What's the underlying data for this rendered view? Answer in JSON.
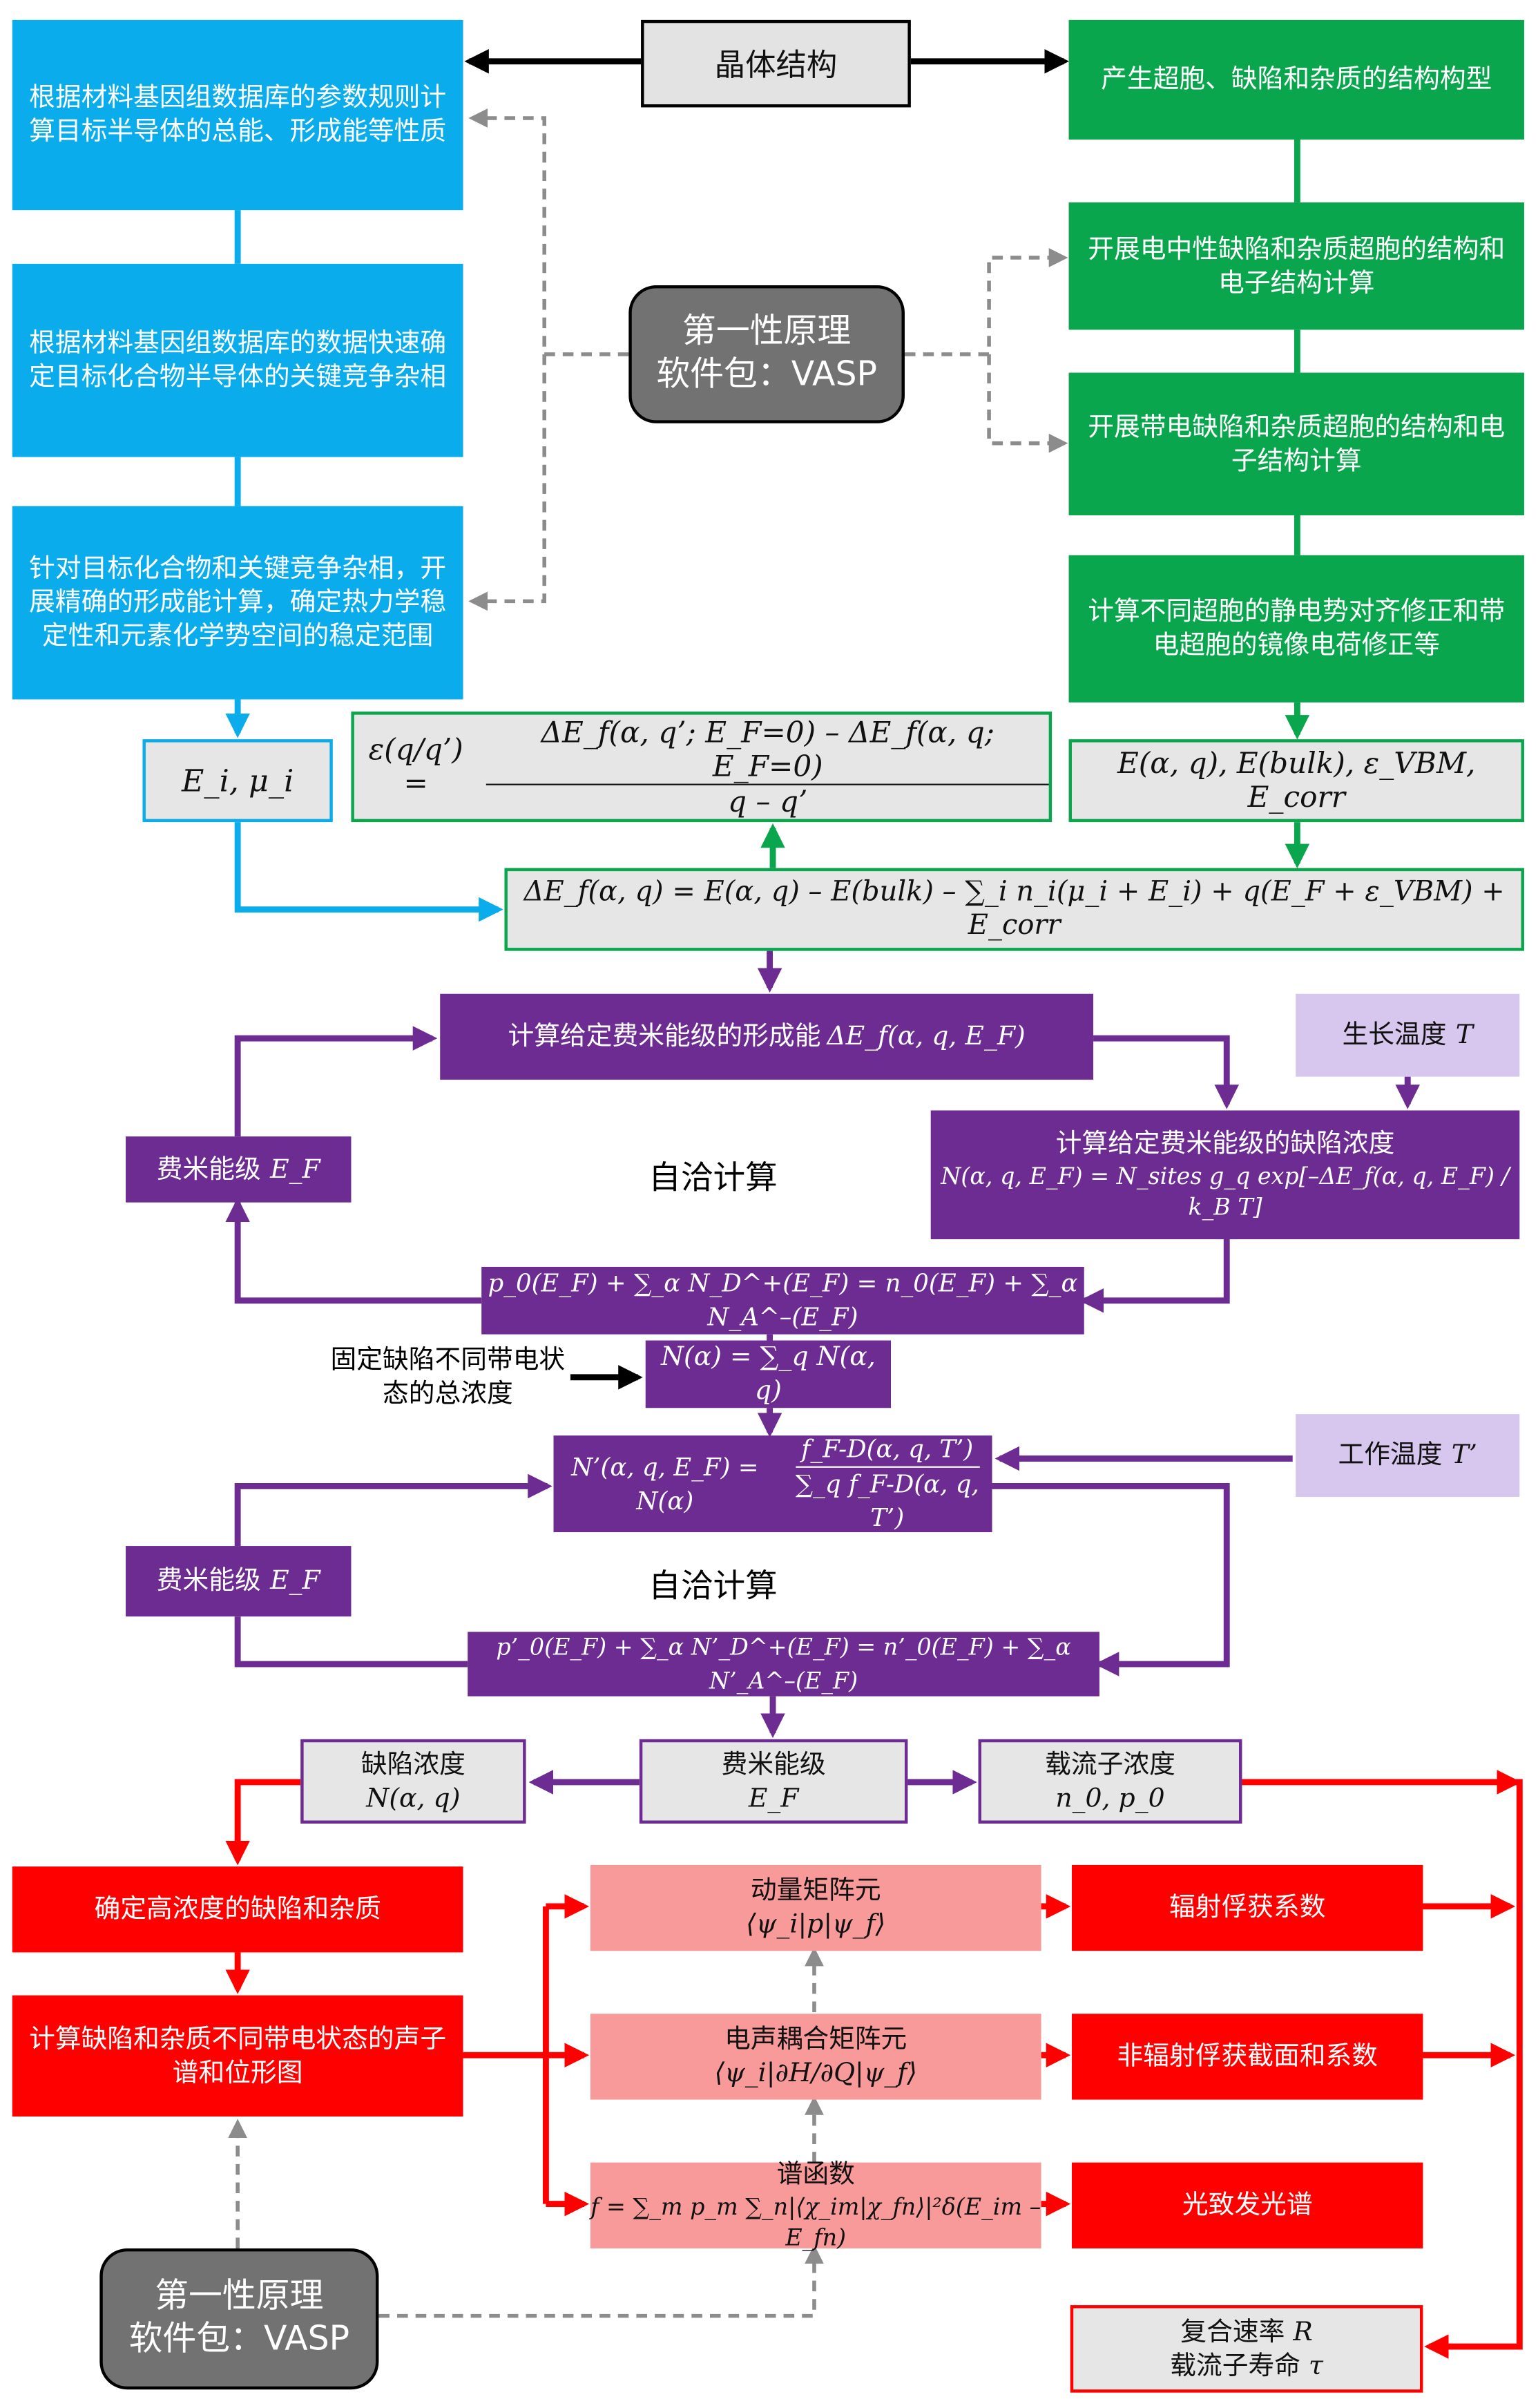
{
  "top": {
    "crystal": "晶体结构",
    "blue": [
      "根据材料基因组数据库的参数规则计算目标半导体的总能、形成能等性质",
      "根据材料基因组数据库的数据快速确定目标化合物半导体的关键竞争杂相",
      "针对目标化合物和关键竞争杂相，开展精确的形成能计算，确定热力学稳定性和元素化学势空间的稳定范围"
    ],
    "green": [
      "产生超胞、缺陷和杂质的结构构型",
      "开展电中性缺陷和杂质超胞的结构和电子结构计算",
      "开展带电缺陷和杂质超胞的结构和电子结构计算",
      "计算不同超胞的静电势对齐修正和带电超胞的镜像电荷修正等"
    ],
    "vasp": [
      "第一性原理",
      "软件包：VASP"
    ]
  },
  "formulas": {
    "ei_mui": "E_i, μ_i",
    "epsilon_lhs": "ε(q/q’) =",
    "epsilon_num": "ΔE_f(α, q’; E_F=0) – ΔE_f(α, q; E_F=0)",
    "epsilon_den": "q – q’",
    "energies": "E(α, q), E(bulk), ε_VBM, E_corr",
    "formation": "ΔE_f(α, q) = E(α, q) – E(bulk) – ∑_i n_i(μ_i + E_i) + q(E_F + ε_VBM) + E_corr"
  },
  "loop1": {
    "calc_formation_prefix": "计算给定费米能级的形成能",
    "calc_formation_math": "ΔE_f(α, q, E_F)",
    "growth_temp": "生长温度",
    "growth_temp_sym": "T",
    "fermi_level": "费米能级",
    "fermi_sym": "E_F",
    "self_consistent": "自洽计算",
    "concentration_title": "计算给定费米能级的缺陷浓度",
    "concentration_math": "N(α, q, E_F) = N_sites g_q exp[–ΔE_f(α, q, E_F) / k_B T]",
    "neutrality": "p_0(E_F) + ∑_α N_D^+(E_F) = n_0(E_F) + ∑_α N_A^–(E_F)"
  },
  "fixed": {
    "label": "固定缺陷不同带电状态的总浓度",
    "sum": "N(α) = ∑_q N(α, q)"
  },
  "loop2": {
    "work_temp": "工作温度",
    "work_temp_sym": "T’",
    "redistribution_lhs": "N’(α, q, E_F) = N(α)",
    "redistribution_num": "f_F-D(α, q, T’)",
    "redistribution_den": "∑_q f_F-D(α, q, T’)",
    "fermi_level": "费米能级",
    "fermi_sym": "E_F",
    "self_consistent": "自洽计算",
    "neutrality": "p’_0(E_F) + ∑_α N’_D^+(E_F) = n’_0(E_F) + ∑_α N’_A^–(E_F)"
  },
  "results": {
    "defect_conc": "缺陷浓度",
    "defect_conc_sym": "N(α, q)",
    "fermi": "费米能级",
    "fermi_sym": "E_F",
    "carrier": "载流子浓度",
    "carrier_sym": "n_0, p_0"
  },
  "bottom": {
    "red_left": [
      "确定高浓度的缺陷和杂质",
      "计算缺陷和杂质不同带电状态的声子谱和位形图"
    ],
    "momentum": "动量矩阵元",
    "momentum_math": "⟨ψ_i|p|ψ_f⟩",
    "elph": "电声耦合矩阵元",
    "elph_math": "⟨ψ_i|∂H/∂Q|ψ_f⟩",
    "spectral": "谱函数",
    "spectral_math": "f = ∑_m p_m ∑_n|⟨χ_im|χ_fn⟩|²δ(E_im – E_fn)",
    "radiative": "辐射俘获系数",
    "nonradiative": "非辐射俘获截面和系数",
    "pl": "光致发光谱",
    "rate": "复合速率",
    "rate_sym": "R",
    "lifetime": "载流子寿命",
    "lifetime_sym": "τ",
    "vasp": [
      "第一性原理",
      "软件包：VASP"
    ]
  },
  "colors": {
    "blue": "#0AACEB",
    "green": "#0AA64E",
    "purple": "#6D2C91",
    "lavender": "#D7C7EE",
    "red": "#FF0000",
    "pink": "#F99A9A",
    "grey": "#E3E3E3",
    "dark_grey": "#727272",
    "connector_dashed": "#8C8C8C"
  }
}
